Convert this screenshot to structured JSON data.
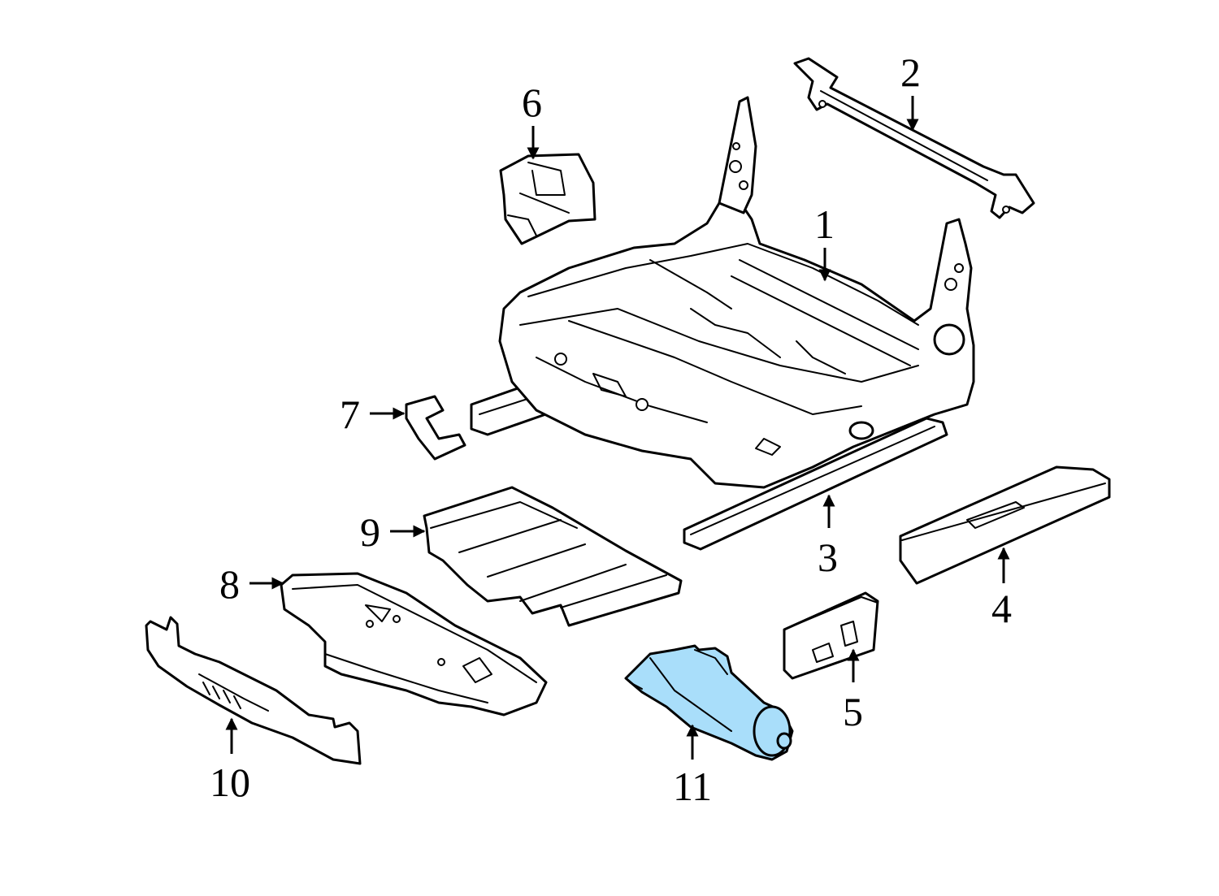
{
  "diagram": {
    "highlight_color": "#a9defa",
    "stroke_color": "#000000",
    "background": "#ffffff",
    "callouts": [
      {
        "id": "1",
        "label": "1"
      },
      {
        "id": "2",
        "label": "2"
      },
      {
        "id": "3",
        "label": "3"
      },
      {
        "id": "4",
        "label": "4"
      },
      {
        "id": "5",
        "label": "5"
      },
      {
        "id": "6",
        "label": "6"
      },
      {
        "id": "7",
        "label": "7"
      },
      {
        "id": "8",
        "label": "8"
      },
      {
        "id": "9",
        "label": "9"
      },
      {
        "id": "10",
        "label": "10"
      },
      {
        "id": "11",
        "label": "11",
        "highlighted": true
      }
    ]
  }
}
